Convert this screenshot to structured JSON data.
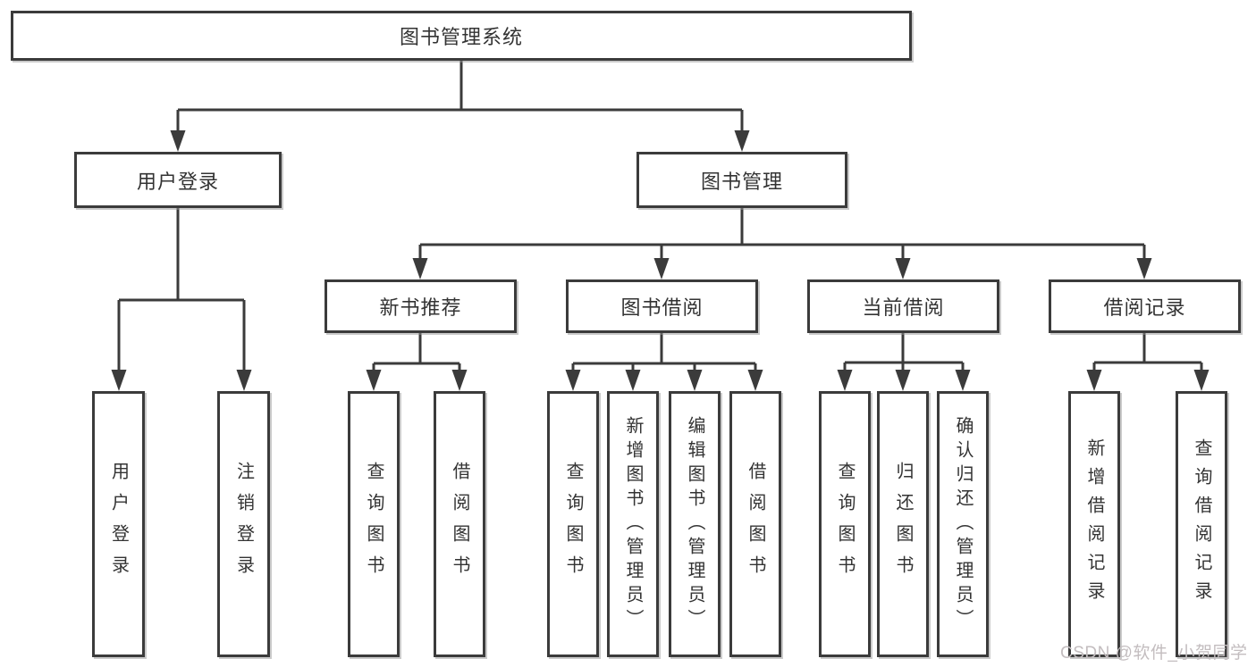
{
  "root_label": "图书管理系统",
  "user_login": {
    "label": "用户登录",
    "children": [
      "用户登录",
      "注销登录"
    ]
  },
  "book_mgmt": {
    "label": "图书管理"
  },
  "new_books": {
    "label": "新书推荐",
    "children": [
      "查询图书",
      "借阅图书"
    ]
  },
  "book_borrow": {
    "label": "图书借阅",
    "children": [
      "查询图书",
      "新增图书（管理员）",
      "编辑图书（管理员）",
      "借阅图书"
    ]
  },
  "current_borrow": {
    "label": "当前借阅",
    "children": [
      "查询图书",
      "归还图书",
      "确认归还（管理员）"
    ]
  },
  "borrow_records": {
    "label": "借阅记录",
    "children": [
      "新增借阅记录",
      "查询借阅记录"
    ]
  },
  "watermark": "CSDN @软件_小贺同学",
  "colors": {
    "line": "#3b3b3b",
    "text": "#333333",
    "box_background": "#ffffff",
    "watermark_text": "#c3bdbf"
  }
}
